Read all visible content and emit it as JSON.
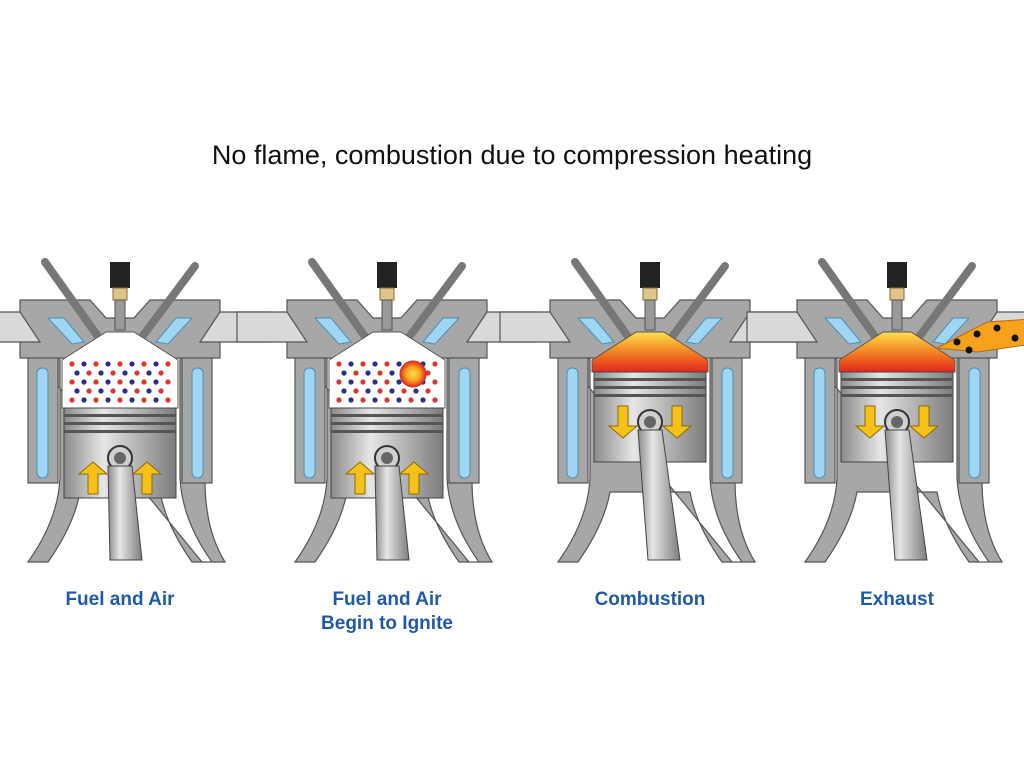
{
  "title": "No flame, combustion due to compression heating",
  "colors": {
    "caption": "#1f5aa6",
    "metal_light": "#d9d9d9",
    "metal_mid": "#a7a7a7",
    "metal_dark": "#6e6e6e",
    "coolant": "#9fd6f3",
    "fuel_dot": "#e0352b",
    "air_dot": "#2b2e8f",
    "flame_red": "#e2271f",
    "flame_yellow": "#ffe04a",
    "arrow": "#f6c21a"
  },
  "stages": [
    {
      "id": "fuel-and-air",
      "caption_lines": [
        "Fuel and Air"
      ],
      "piston": "up",
      "chamber": "mixture",
      "arrows": "up"
    },
    {
      "id": "begin-to-ignite",
      "caption_lines": [
        "Fuel and Air",
        "Begin to Ignite"
      ],
      "piston": "up",
      "chamber": "mixture-ignite",
      "arrows": "up"
    },
    {
      "id": "combustion",
      "caption_lines": [
        "Combustion"
      ],
      "piston": "down",
      "chamber": "flame",
      "arrows": "down"
    },
    {
      "id": "exhaust",
      "caption_lines": [
        "Exhaust"
      ],
      "piston": "down",
      "chamber": "flame-exhaust",
      "arrows": "down"
    }
  ]
}
